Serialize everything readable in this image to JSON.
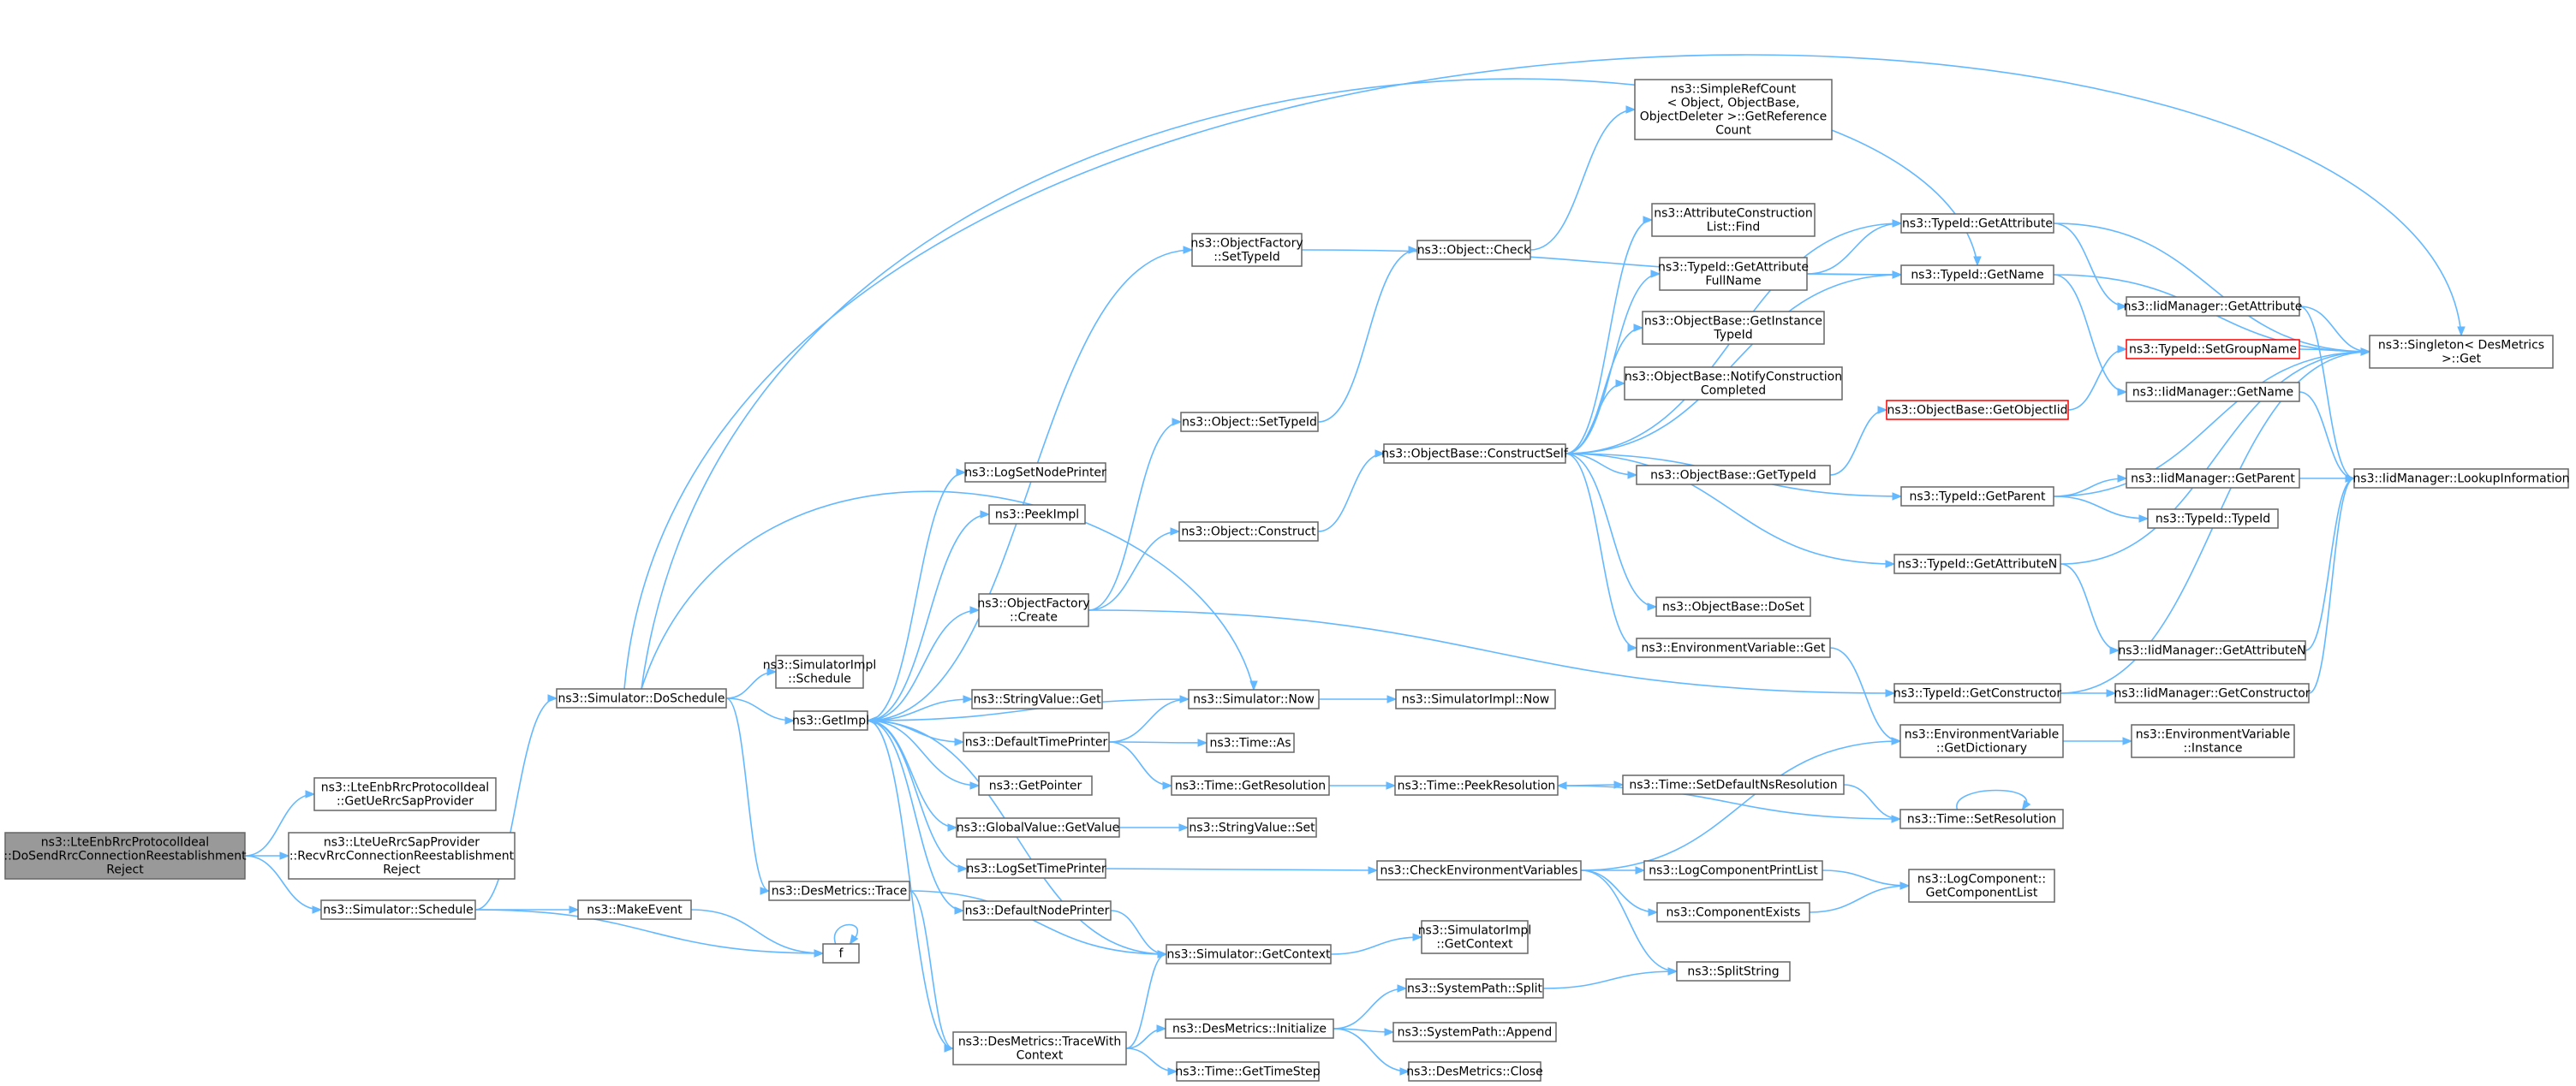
{
  "colors": {
    "edge": "#63b8ff",
    "node_border": "#666666",
    "root_fill": "#999999",
    "highlight_border": "#ff0000"
  },
  "nodes": [
    {
      "id": "root",
      "lines": [
        "ns3::LteEnbRrcProtocolIdeal",
        "::DoSendRrcConnectionReestablishment",
        "Reject"
      ],
      "style": "root"
    },
    {
      "id": "getUeRrcSapProvider",
      "lines": [
        "ns3::LteEnbRrcProtocolIdeal",
        "::GetUeRrcSapProvider"
      ]
    },
    {
      "id": "recvRrcConn",
      "lines": [
        "ns3::LteUeRrcSapProvider",
        "::RecvRrcConnectionReestablishment",
        "Reject"
      ]
    },
    {
      "id": "schedule",
      "lines": [
        "ns3::Simulator::Schedule"
      ]
    },
    {
      "id": "doSchedule",
      "lines": [
        "ns3::Simulator::DoSchedule"
      ]
    },
    {
      "id": "makeEvent",
      "lines": [
        "ns3::MakeEvent"
      ]
    },
    {
      "id": "f",
      "lines": [
        "f"
      ]
    },
    {
      "id": "simImplSchedule",
      "lines": [
        "ns3::SimulatorImpl",
        "::Schedule"
      ]
    },
    {
      "id": "getImpl",
      "lines": [
        "ns3::GetImpl"
      ]
    },
    {
      "id": "desTrace",
      "lines": [
        "ns3::DesMetrics::Trace"
      ]
    },
    {
      "id": "logSetNodePrinter",
      "lines": [
        "ns3::LogSetNodePrinter"
      ]
    },
    {
      "id": "peekImpl",
      "lines": [
        "ns3::PeekImpl"
      ]
    },
    {
      "id": "objFactoryCreate",
      "lines": [
        "ns3::ObjectFactory",
        "::Create"
      ]
    },
    {
      "id": "stringValueGet",
      "lines": [
        "ns3::StringValue::Get"
      ]
    },
    {
      "id": "defaultTimePrinter",
      "lines": [
        "ns3::DefaultTimePrinter"
      ]
    },
    {
      "id": "getPointer",
      "lines": [
        "ns3::GetPointer"
      ]
    },
    {
      "id": "globalValueGetValue",
      "lines": [
        "ns3::GlobalValue::GetValue"
      ]
    },
    {
      "id": "logSetTimePrinter",
      "lines": [
        "ns3::LogSetTimePrinter"
      ]
    },
    {
      "id": "defaultNodePrinter",
      "lines": [
        "ns3::DefaultNodePrinter"
      ]
    },
    {
      "id": "traceWithContext",
      "lines": [
        "ns3::DesMetrics::TraceWith",
        "Context"
      ]
    },
    {
      "id": "objFactorySetTypeId",
      "lines": [
        "ns3::ObjectFactory",
        "::SetTypeId"
      ]
    },
    {
      "id": "objectSetTypeId",
      "lines": [
        "ns3::Object::SetTypeId"
      ]
    },
    {
      "id": "objectConstruct",
      "lines": [
        "ns3::Object::Construct"
      ]
    },
    {
      "id": "simulatorNow",
      "lines": [
        "ns3::Simulator::Now"
      ]
    },
    {
      "id": "timeAs",
      "lines": [
        "ns3::Time::As"
      ]
    },
    {
      "id": "timeGetResolution",
      "lines": [
        "ns3::Time::GetResolution"
      ]
    },
    {
      "id": "stringValueSet",
      "lines": [
        "ns3::StringValue::Set"
      ]
    },
    {
      "id": "simGetContext",
      "lines": [
        "ns3::Simulator::GetContext"
      ]
    },
    {
      "id": "desInitialize",
      "lines": [
        "ns3::DesMetrics::Initialize"
      ]
    },
    {
      "id": "timeGetTimeStep",
      "lines": [
        "ns3::Time::GetTimeStep"
      ]
    },
    {
      "id": "objectCheck",
      "lines": [
        "ns3::Object::Check"
      ]
    },
    {
      "id": "constructSelf",
      "lines": [
        "ns3::ObjectBase::ConstructSelf"
      ]
    },
    {
      "id": "simImplNow",
      "lines": [
        "ns3::SimulatorImpl::Now"
      ]
    },
    {
      "id": "peekResolution",
      "lines": [
        "ns3::Time::PeekResolution"
      ]
    },
    {
      "id": "checkEnvVars",
      "lines": [
        "ns3::CheckEnvironmentVariables"
      ]
    },
    {
      "id": "simImplGetContext",
      "lines": [
        "ns3::SimulatorImpl",
        "::GetContext"
      ]
    },
    {
      "id": "systemPathSplit",
      "lines": [
        "ns3::SystemPath::Split"
      ]
    },
    {
      "id": "systemPathAppend",
      "lines": [
        "ns3::SystemPath::Append"
      ]
    },
    {
      "id": "desClose",
      "lines": [
        "ns3::DesMetrics::Close"
      ]
    },
    {
      "id": "simpleRefCount",
      "lines": [
        "ns3::SimpleRefCount",
        "< Object, ObjectBase,",
        "ObjectDeleter >::GetReference",
        "Count"
      ]
    },
    {
      "id": "attrConstructionFind",
      "lines": [
        "ns3::AttributeConstruction",
        "List::Find"
      ]
    },
    {
      "id": "typeIdGetAttrFullName",
      "lines": [
        "ns3::TypeId::GetAttribute",
        "FullName"
      ]
    },
    {
      "id": "objBaseGetInstanceTypeId",
      "lines": [
        "ns3::ObjectBase::GetInstance",
        "TypeId"
      ]
    },
    {
      "id": "objBaseNotifyConstruction",
      "lines": [
        "ns3::ObjectBase::NotifyConstruction",
        "Completed"
      ]
    },
    {
      "id": "objBaseGetTypeId",
      "lines": [
        "ns3::ObjectBase::GetTypeId"
      ]
    },
    {
      "id": "objBaseDoSet",
      "lines": [
        "ns3::ObjectBase::DoSet"
      ]
    },
    {
      "id": "envVarGet",
      "lines": [
        "ns3::EnvironmentVariable::Get"
      ]
    },
    {
      "id": "setDefaultNsResolution",
      "lines": [
        "ns3::Time::SetDefaultNsResolution"
      ]
    },
    {
      "id": "logComponentPrintList",
      "lines": [
        "ns3::LogComponentPrintList"
      ]
    },
    {
      "id": "componentExists",
      "lines": [
        "ns3::ComponentExists"
      ]
    },
    {
      "id": "splitString",
      "lines": [
        "ns3::SplitString"
      ]
    },
    {
      "id": "objBaseGetObjectIid",
      "lines": [
        "ns3::ObjectBase::GetObjectIid"
      ],
      "style": "red"
    },
    {
      "id": "typeIdGetAttribute",
      "lines": [
        "ns3::TypeId::GetAttribute"
      ]
    },
    {
      "id": "typeIdGetName",
      "lines": [
        "ns3::TypeId::GetName"
      ]
    },
    {
      "id": "typeIdGetParent",
      "lines": [
        "ns3::TypeId::GetParent"
      ]
    },
    {
      "id": "typeIdGetAttributeN",
      "lines": [
        "ns3::TypeId::GetAttributeN"
      ]
    },
    {
      "id": "typeIdGetConstructor",
      "lines": [
        "ns3::TypeId::GetConstructor"
      ]
    },
    {
      "id": "envVarGetDictionary",
      "lines": [
        "ns3::EnvironmentVariable",
        "::GetDictionary"
      ]
    },
    {
      "id": "timeSetResolution",
      "lines": [
        "ns3::Time::SetResolution"
      ]
    },
    {
      "id": "logComponentGetList",
      "lines": [
        "ns3::LogComponent::",
        "GetComponentList"
      ]
    },
    {
      "id": "iidGetAttribute",
      "lines": [
        "ns3::IidManager::GetAttribute"
      ]
    },
    {
      "id": "typeIdSetGroupName",
      "lines": [
        "ns3::TypeId::SetGroupName"
      ],
      "style": "red"
    },
    {
      "id": "iidGetName",
      "lines": [
        "ns3::IidManager::GetName"
      ]
    },
    {
      "id": "iidGetParent",
      "lines": [
        "ns3::IidManager::GetParent"
      ]
    },
    {
      "id": "typeIdTypeId",
      "lines": [
        "ns3::TypeId::TypeId"
      ]
    },
    {
      "id": "iidGetAttributeN",
      "lines": [
        "ns3::IidManager::GetAttributeN"
      ]
    },
    {
      "id": "iidGetConstructor",
      "lines": [
        "ns3::IidManager::GetConstructor"
      ]
    },
    {
      "id": "envVarInstance",
      "lines": [
        "ns3::EnvironmentVariable",
        "::Instance"
      ]
    },
    {
      "id": "singletonGet",
      "lines": [
        "ns3::Singleton< DesMetrics",
        ">::Get"
      ]
    },
    {
      "id": "iidLookupInformation",
      "lines": [
        "ns3::IidManager::LookupInformation"
      ]
    }
  ]
}
